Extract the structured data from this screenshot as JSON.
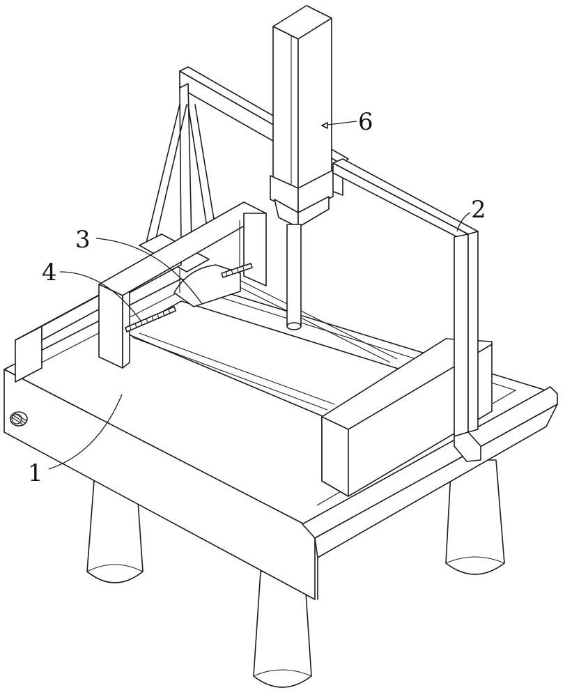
{
  "labels": {
    "part1": "1",
    "part2": "2",
    "part3": "3",
    "part4": "4",
    "part6": "6"
  },
  "colors": {
    "line": "#1a1a1a",
    "background": "#ffffff"
  }
}
